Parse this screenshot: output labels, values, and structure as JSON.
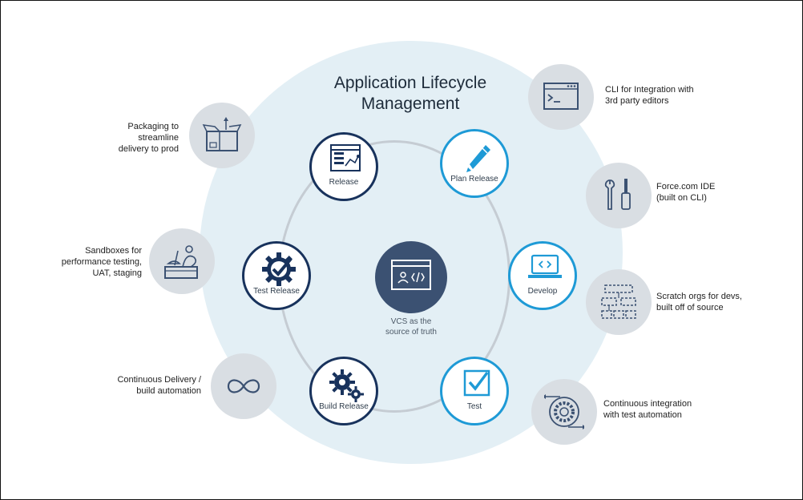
{
  "title": "Application Lifecycle\nManagement",
  "cycle": {
    "release": "Release",
    "plan_release": "Plan Release",
    "develop": "Develop",
    "test": "Test",
    "build_release": "Build Release",
    "test_release": "Test Release"
  },
  "center": {
    "label": "VCS as the\nsource of truth"
  },
  "left_notes": {
    "packaging": "Packaging to\nstreamline\ndelivery to prod",
    "sandboxes": "Sandboxes for\nperformance testing,\nUAT, staging",
    "continuous_delivery": "Continuous Delivery /\nbuild automation"
  },
  "right_notes": {
    "cli": "CLI for Integration with\n3rd party editors",
    "ide": "Force.com IDE\n(built on CLI)",
    "scratch": "Scratch orgs for devs,\nbuilt off of source",
    "ci": "Continuous integration\nwith test automation"
  },
  "colors": {
    "navy": "#18325c",
    "blue": "#1e9ad6",
    "halo": "#e3eff5",
    "side_circle": "#d9dee3",
    "center_fill": "#3b5172"
  },
  "icons": {
    "release": "release-window-icon",
    "plan_release": "pencil-icon",
    "develop": "laptop-code-icon",
    "test": "checkbox-icon",
    "build_release": "gears-icon",
    "test_release": "gear-check-icon",
    "center": "code-window-icon"
  }
}
